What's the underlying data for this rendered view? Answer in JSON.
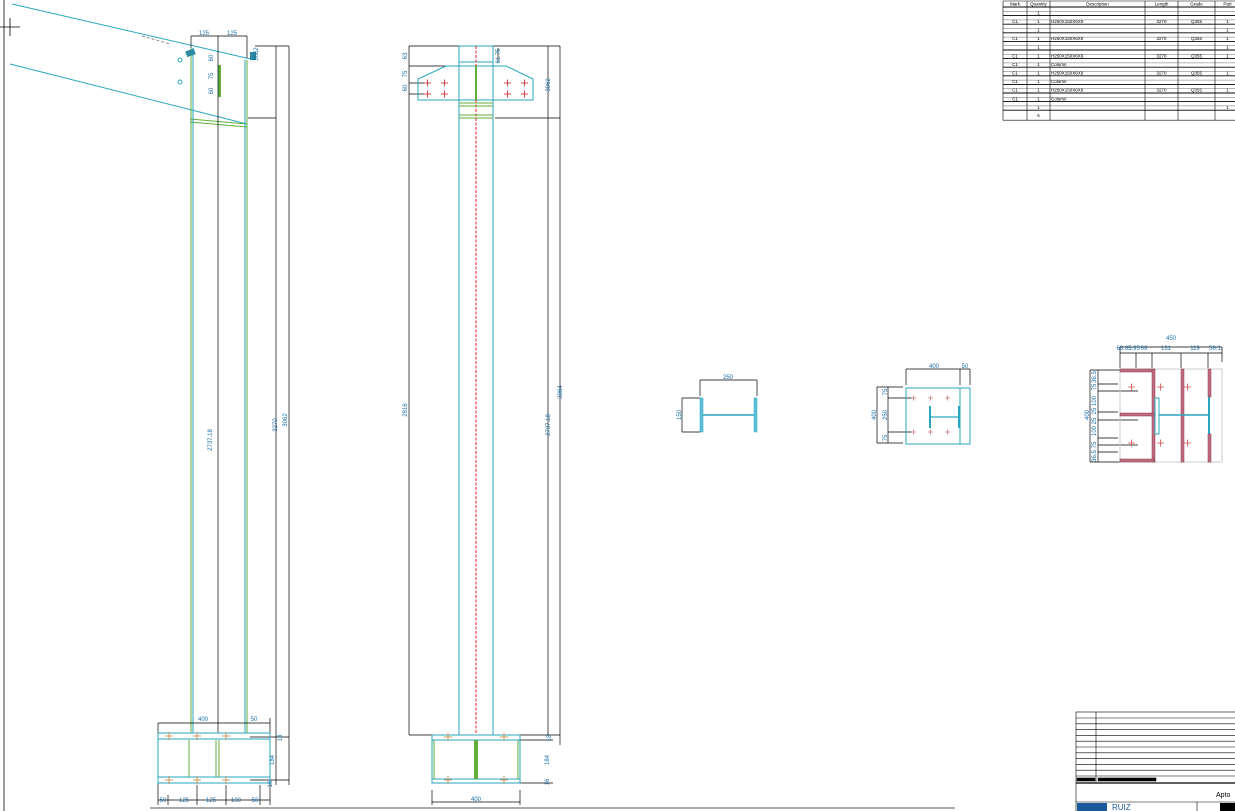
{
  "colors": {
    "steel": "#2aa6c0",
    "weld": "#5fae3a",
    "centerline": "#e02020",
    "dimension": "#000000",
    "text": "#1a6fa8",
    "bolt": "#d24a4a",
    "plate_fill": "#c46a7e"
  },
  "elevation_a": {
    "dims": [
      "125",
      "125",
      "60",
      "75",
      "60",
      "3062",
      "2737.18",
      "3270",
      "3062",
      "400",
      "50",
      "18",
      "184",
      "16",
      "50",
      "125",
      "125",
      "100",
      "50"
    ]
  },
  "elevation_b": {
    "dims": [
      "63",
      "75",
      "60",
      "61.75",
      "3062",
      "2816",
      "3064",
      "2737.18",
      "18",
      "184",
      "16",
      "400"
    ]
  },
  "section_1": {
    "dims": [
      "250",
      "150"
    ]
  },
  "section_2": {
    "dims": [
      "400",
      "50",
      "75",
      "250",
      "75",
      "400"
    ]
  },
  "section_3": {
    "dims": [
      "450",
      "63.95",
      "5.95",
      "69",
      "131",
      "119",
      "56.1",
      "400",
      "36.5",
      "75",
      "100",
      "25",
      "25",
      "100",
      "75",
      "36.5"
    ]
  },
  "parts_table": {
    "headers": [
      "Mark",
      "Quantity",
      "Description",
      "Length",
      "Grade",
      "Part"
    ],
    "rows": [
      {
        "mark": "",
        "qty": "1",
        "desc": "",
        "length": "",
        "grade": "",
        "part": ""
      },
      {
        "mark": "C1",
        "qty": "1",
        "desc": "H250X150X6X9",
        "length": "3270",
        "grade": "Q355",
        "part": "1"
      },
      {
        "mark": "",
        "qty": "1",
        "desc": "",
        "length": "",
        "grade": "",
        "part": "1"
      },
      {
        "mark": "C1",
        "qty": "1",
        "desc": "H250X150X6X9",
        "length": "3270",
        "grade": "Q355",
        "part": "1"
      },
      {
        "mark": "",
        "qty": "1",
        "desc": "",
        "length": "",
        "grade": "",
        "part": "1"
      },
      {
        "mark": "C1",
        "qty": "1",
        "desc": "H250X150X6X9",
        "length": "3270",
        "grade": "Q355",
        "part": "1"
      },
      {
        "mark": "C1",
        "qty": "1",
        "desc": "Column",
        "length": "",
        "grade": "",
        "part": ""
      },
      {
        "mark": "C1",
        "qty": "1",
        "desc": "H250X150X6X9",
        "length": "3270",
        "grade": "Q355",
        "part": "1"
      },
      {
        "mark": "C1",
        "qty": "1",
        "desc": "Column",
        "length": "",
        "grade": "",
        "part": ""
      },
      {
        "mark": "C1",
        "qty": "1",
        "desc": "H250X150X6X9",
        "length": "3270",
        "grade": "Q355",
        "part": "1"
      },
      {
        "mark": "C1",
        "qty": "1",
        "desc": "Column",
        "length": "",
        "grade": "",
        "part": ""
      },
      {
        "mark": "",
        "qty": "1",
        "desc": "",
        "length": "",
        "grade": "",
        "part": "1"
      }
    ],
    "total_quantity": "6"
  },
  "title_block": {
    "field": "Apto",
    "logo": "RUIZ"
  }
}
